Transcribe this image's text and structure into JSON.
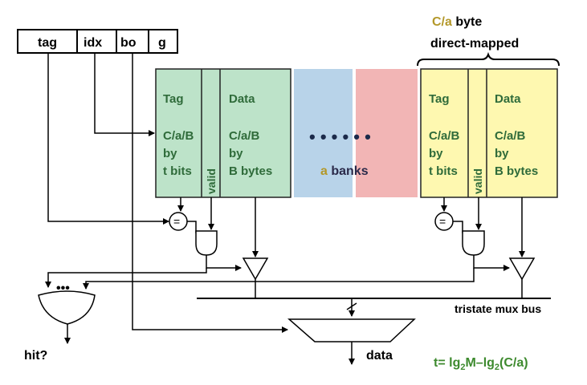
{
  "address_fields": [
    "tag",
    "idx",
    "bo",
    "g"
  ],
  "bank_header": {
    "line1_prefix": "C/a",
    "line1_suffix": " byte",
    "line2": "direct-mapped"
  },
  "bank": {
    "tag_title": "Tag",
    "tag_size": [
      "C/a/B",
      "by",
      "t bits"
    ],
    "valid_label": "valid",
    "data_title": "Data",
    "data_size": [
      "C/a/B",
      "by",
      "B bytes"
    ]
  },
  "middle": {
    "dots": "• • • • • •",
    "banks_prefix": "a",
    "banks_suffix": " banks"
  },
  "bus_label": "tristate mux bus",
  "hit_label": "hit?",
  "data_label": "data",
  "or_dots": "•••",
  "formula": {
    "text": "t= lg",
    "sub1": "2",
    "mid": "M–lg",
    "sub2": "2",
    "tail": "(C/a)"
  },
  "colors": {
    "bank_green": "#bde3c9",
    "bank_yellow": "#fef8b0",
    "bank_blue": "#b8d3e9",
    "bank_pink": "#f2b5b5",
    "accent_gold": "#b3982a",
    "bank_text_dark_green": "#2f6b3a",
    "formula_green": "#3d8a2e"
  }
}
